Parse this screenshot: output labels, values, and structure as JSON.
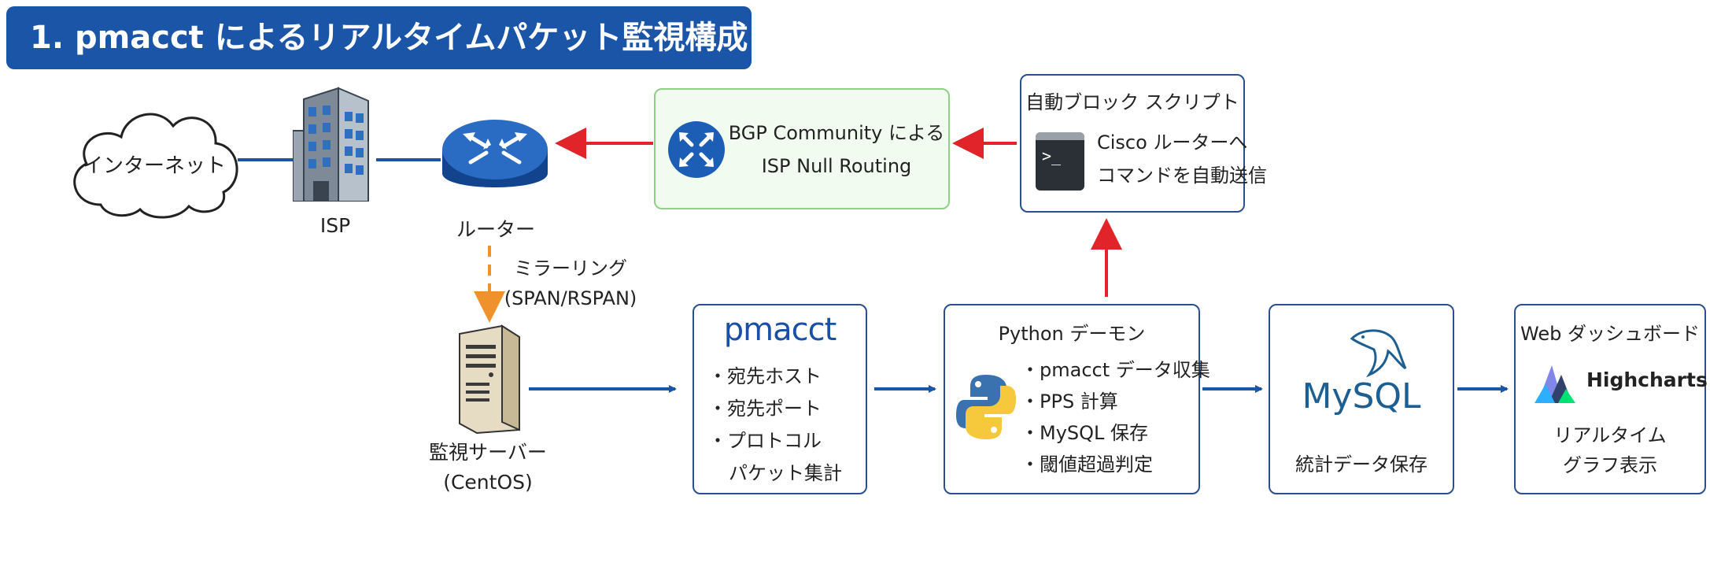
{
  "title": "1. pmacct によるリアルタイムパケット監視構成",
  "nodes": {
    "internet": "インターネット",
    "isp": "ISP",
    "router": "ルーター",
    "mirroring": [
      "ミラーリング",
      "(SPAN/RSPAN)"
    ],
    "server": [
      "監視サーバー",
      "(CentOS)"
    ]
  },
  "bgp": {
    "lines": [
      "BGP Community による",
      "ISP Null Routing"
    ]
  },
  "script_box": {
    "title": "自動ブロック スクリプト",
    "lines": [
      "Cisco ルーターへ",
      "コマンドを自動送信"
    ],
    "prompt": ">_"
  },
  "pmacct_box": {
    "logo": "pmacct",
    "items": [
      "・宛先ホスト",
      "・宛先ポート",
      "・プロトコル",
      "パケット集計"
    ]
  },
  "python_box": {
    "title": "Python デーモン",
    "items": [
      "・pmacct データ収集",
      "・PPS 計算",
      "・MySQL 保存",
      "・閾値超過判定"
    ]
  },
  "mysql_box": {
    "logo": "MySQL",
    "caption": "統計データ保存"
  },
  "web_box": {
    "title": "Web ダッシュボード",
    "brand": "Highcharts",
    "caption": [
      "リアルタイム",
      "グラフ表示"
    ]
  },
  "colors": {
    "banner": "#1a55a8",
    "flow_arrow": "#1a55a8",
    "block_arrow": "#e0242a",
    "mirror_arrow": "#f0922b",
    "box_border": "#2a4f8f",
    "green_border": "#8fcf86"
  }
}
